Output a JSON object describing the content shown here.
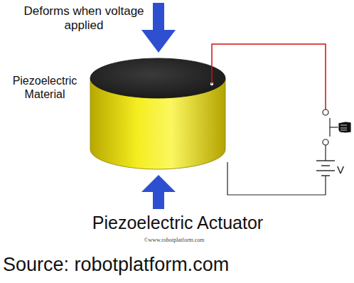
{
  "diagram": {
    "caption": "Piezoelectric Actuator",
    "labels": [
      "Deforms when voltage applied",
      "Piezoelectric Material",
      "V",
      "©www.robotplatform.com",
      "Source: robotplatform.com"
    ]
  }
}
